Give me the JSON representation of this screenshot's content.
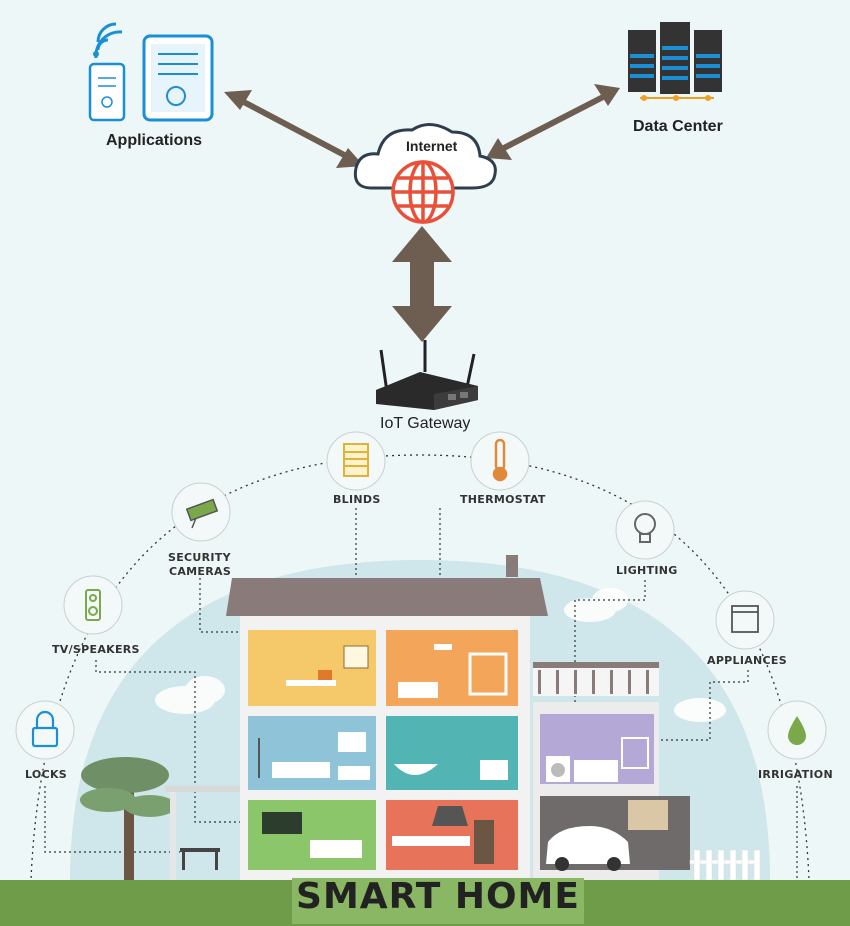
{
  "labels": {
    "applications": "Applications",
    "data_center": "Data Center",
    "internet": "Internet",
    "iot_gateway": "IoT Gateway",
    "blinds": "BLINDS",
    "thermostat": "THERMOSTAT",
    "security_cameras_line1": "SECURITY",
    "security_cameras_line2": "CAMERAS",
    "lighting": "LIGHTING",
    "tv_speakers": "TV/SPEAKERS",
    "appliances": "APPLIANCES",
    "locks": "LOCKS",
    "irrigation": "IRRIGATION",
    "banner": "SMART HOME"
  },
  "colors": {
    "accent_blue": "#1a8fd6",
    "globe_red": "#e8503a",
    "arrow_brown": "#6e5e52",
    "roof": "#8a7b7b",
    "ground_green": "#6f9c48",
    "dome": "#cfe6ea"
  },
  "icons": [
    "wifi-icon",
    "phone-icon",
    "tablet-icon",
    "cloud-icon",
    "globe-icon",
    "server-icon",
    "router-icon",
    "blinds-icon",
    "thermometer-icon",
    "camera-icon",
    "bulb-icon",
    "speaker-icon",
    "appliance-icon",
    "lock-icon",
    "drop-icon"
  ]
}
